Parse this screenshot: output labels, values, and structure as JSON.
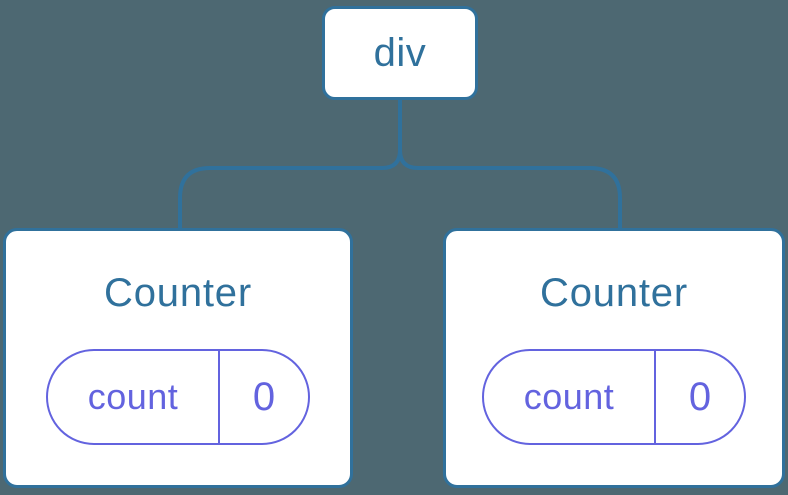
{
  "colors": {
    "background": "#4D6872",
    "card_bg": "#FFFFFF",
    "accent_blue": "#30719C",
    "accent_purple": "#6363DF"
  },
  "tree": {
    "root": {
      "label": "div"
    },
    "children": [
      {
        "title": "Counter",
        "state": {
          "key": "count",
          "value": "0"
        }
      },
      {
        "title": "Counter",
        "state": {
          "key": "count",
          "value": "0"
        }
      }
    ]
  }
}
